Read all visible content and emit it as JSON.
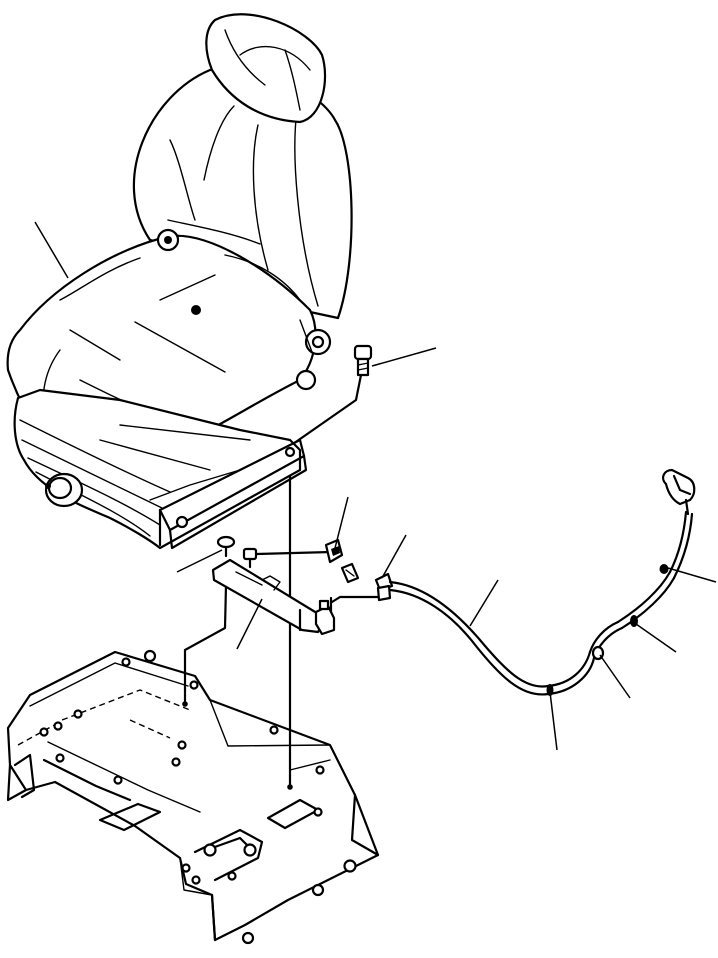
{
  "figure": {
    "kind": "parts exploded view (no printed labels)",
    "components": [
      "operator-seat",
      "headrest",
      "seat-slide-rail",
      "seat-adjust-knob",
      "mounting-bolt",
      "seat-belt-switch-bracket",
      "switch",
      "connector",
      "wiring-harness",
      "harness-clamp",
      "seat-mounting-base"
    ],
    "callout_count": 12
  },
  "colors": {
    "line": "#000000",
    "background": "#ffffff"
  }
}
